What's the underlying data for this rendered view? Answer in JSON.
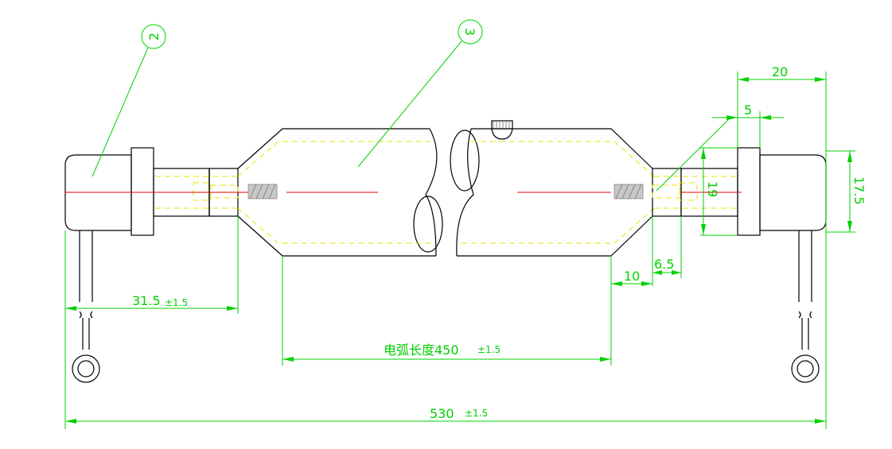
{
  "colors": {
    "outline": "#000000",
    "dimension": "#00d000",
    "inner_dashed": "#e6e600",
    "center_axis": "#e00000"
  },
  "callouts": {
    "callout_2": "2",
    "callout_3": "3"
  },
  "dimensions": {
    "overall_length_value": "530",
    "overall_length_tol": "±1.5",
    "arc_length_label": "电弧长度450",
    "arc_length_tol": "±1.5",
    "left_end_value": "31.5",
    "left_end_tol": "±1.5",
    "dim_20": "20",
    "dim_5": "5",
    "dim_10": "10",
    "dim_6_5": "6.5",
    "dim_19": "19",
    "dim_17_5": "17.5"
  }
}
